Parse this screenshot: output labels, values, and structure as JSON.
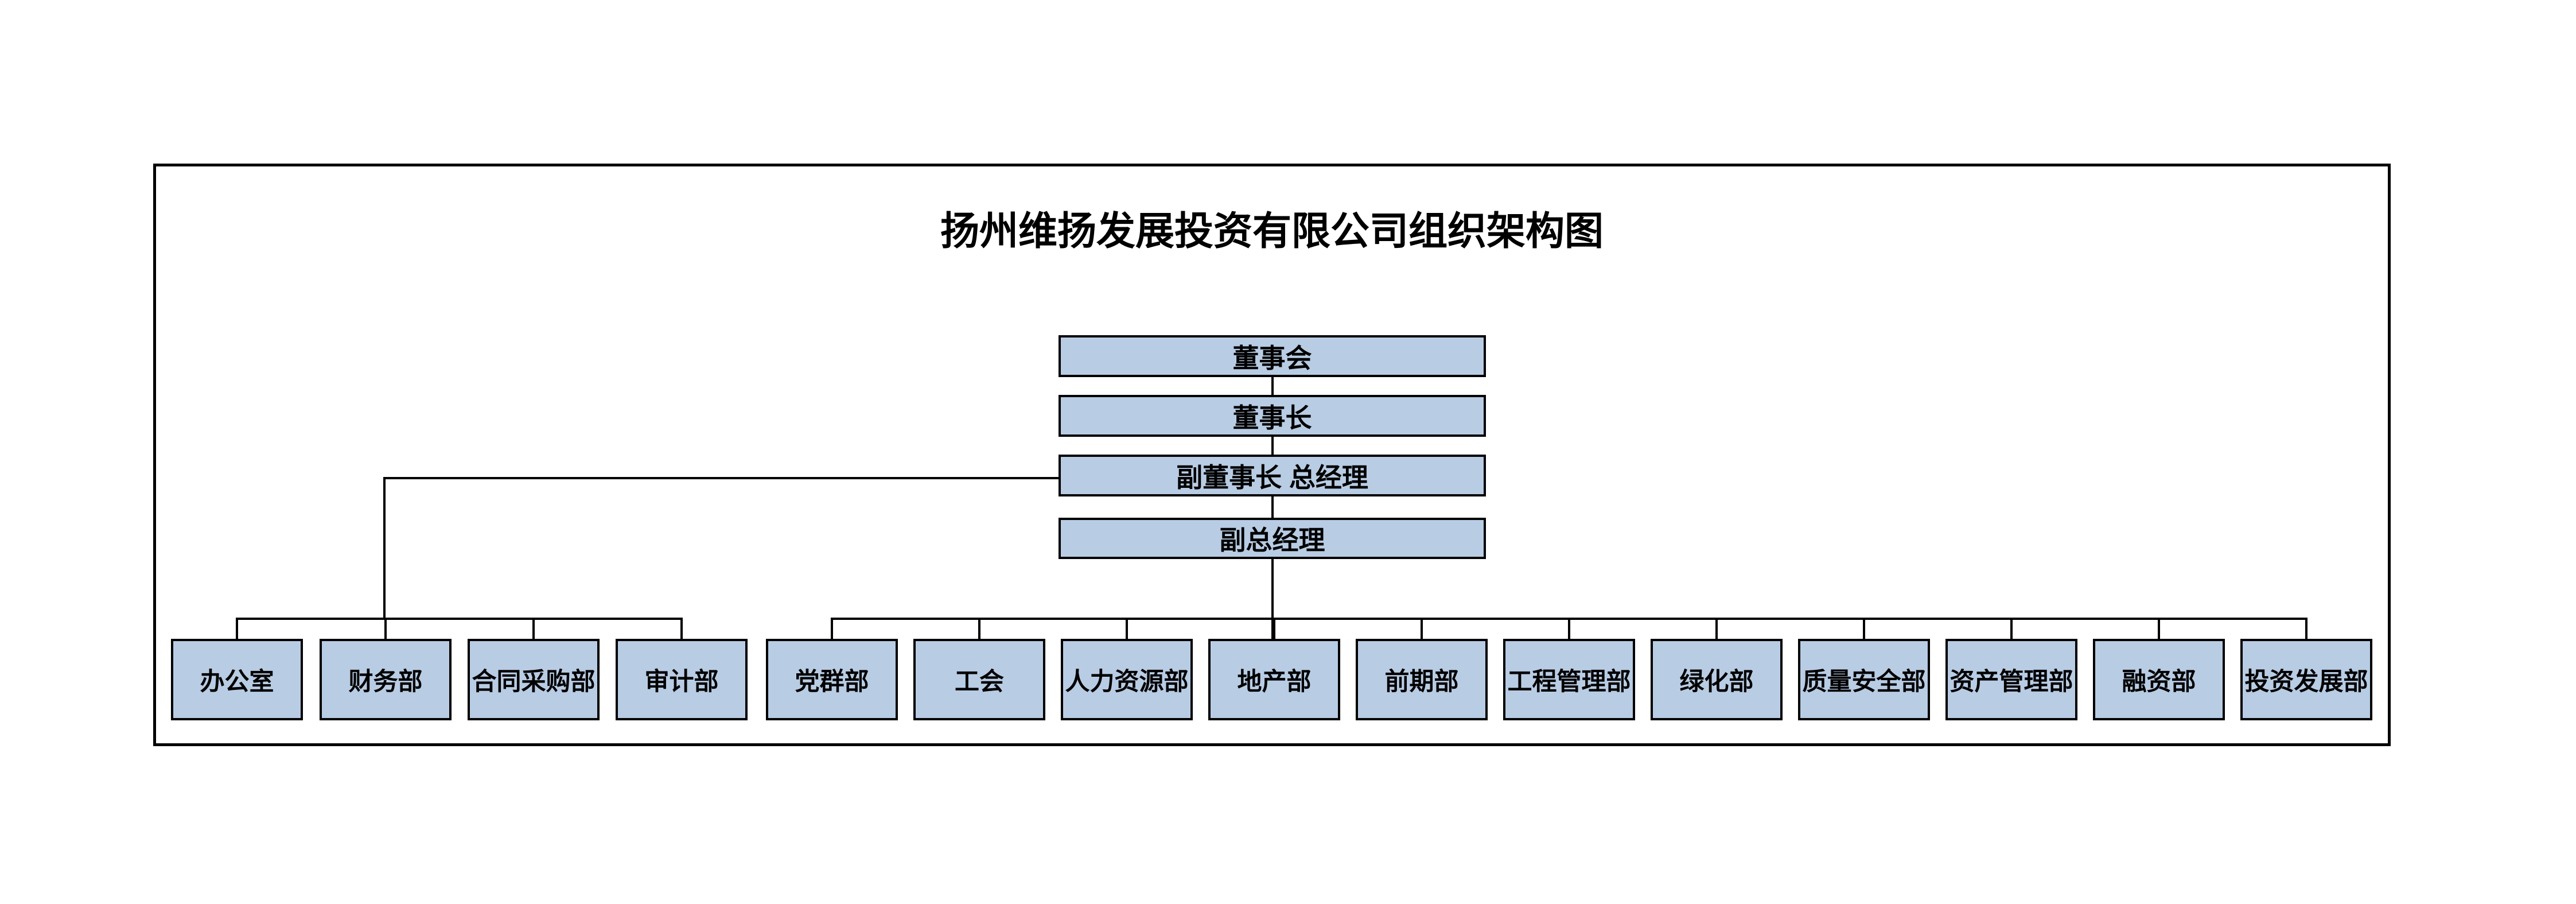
{
  "title": "扬州维扬发展投资有限公司组织架构图",
  "executive_chain": [
    "董事会",
    "董事长",
    "副董事长 总经理",
    "副总经理"
  ],
  "left_departments": [
    "办公室",
    "财务部",
    "合同采购部",
    "审计部"
  ],
  "main_departments": [
    "党群部",
    "工会",
    "人力资源部",
    "地产部",
    "前期部",
    "工程管理部",
    "绿化部",
    "质量安全部",
    "资产管理部",
    "融资部",
    "投资发展部"
  ],
  "colors": {
    "background": "#ffffff",
    "node_fill": "#b8cce4",
    "node_border": "#000000",
    "line": "#000000",
    "text": "#000000"
  }
}
